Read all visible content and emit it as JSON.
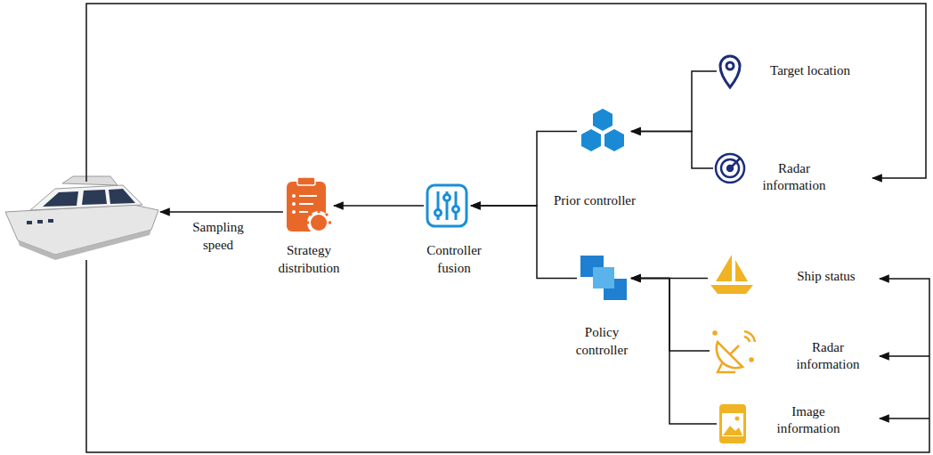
{
  "diagram": {
    "nodes": [
      {
        "text": [
          "Strategy distribution"
        ]
      },
      {
        "text": [
          "Controller fusion"
        ]
      },
      {
        "text": [
          "Prior controller"
        ]
      },
      {
        "text": [
          "Policy controller"
        ]
      },
      {
        "text": [
          "Target location"
        ]
      },
      {
        "text": [
          "Radar information"
        ]
      },
      {
        "text": [
          "Ship status"
        ]
      },
      {
        "text": [
          "Radar information"
        ]
      },
      {
        "text": [
          "Image information"
        ]
      }
    ],
    "edges": [
      {
        "from": 1,
        "to": 0,
        "arrow": "to"
      },
      {
        "from": 2,
        "to": 1,
        "arrow": "to"
      },
      {
        "from": 3,
        "to": 1,
        "arrow": "to"
      },
      {
        "from": 4,
        "to": 2,
        "arrow": "to"
      },
      {
        "from": 5,
        "to": 2,
        "arrow": "to"
      },
      {
        "from": 6,
        "to": 3,
        "arrow": "to"
      },
      {
        "from": 7,
        "to": 3,
        "arrow": "to"
      },
      {
        "from": 8,
        "to": 3,
        "arrow": "to"
      }
    ],
    "labels": [
      "Sampling speed"
    ]
  }
}
